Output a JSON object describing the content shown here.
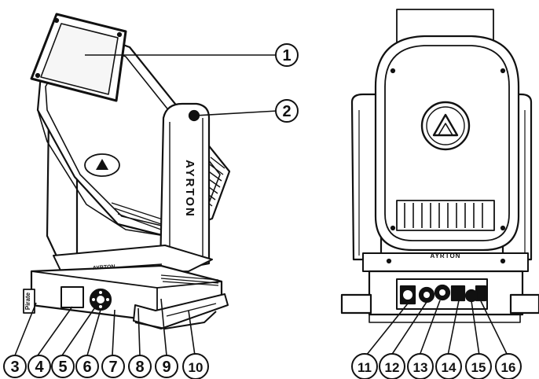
{
  "brand": {
    "arm_text": "AYRTON",
    "base_text_front": "AYRTON",
    "base_text_rear": "AYRTON",
    "side_panel_text": "Pirate"
  },
  "callouts": {
    "c1": "1",
    "c2": "2",
    "c3": "3",
    "c4": "4",
    "c5": "5",
    "c6": "6",
    "c7": "7",
    "c8": "8",
    "c9": "9",
    "c10": "10",
    "c11": "11",
    "c12": "12",
    "c13": "13",
    "c14": "14",
    "c15": "15",
    "c16": "16"
  }
}
